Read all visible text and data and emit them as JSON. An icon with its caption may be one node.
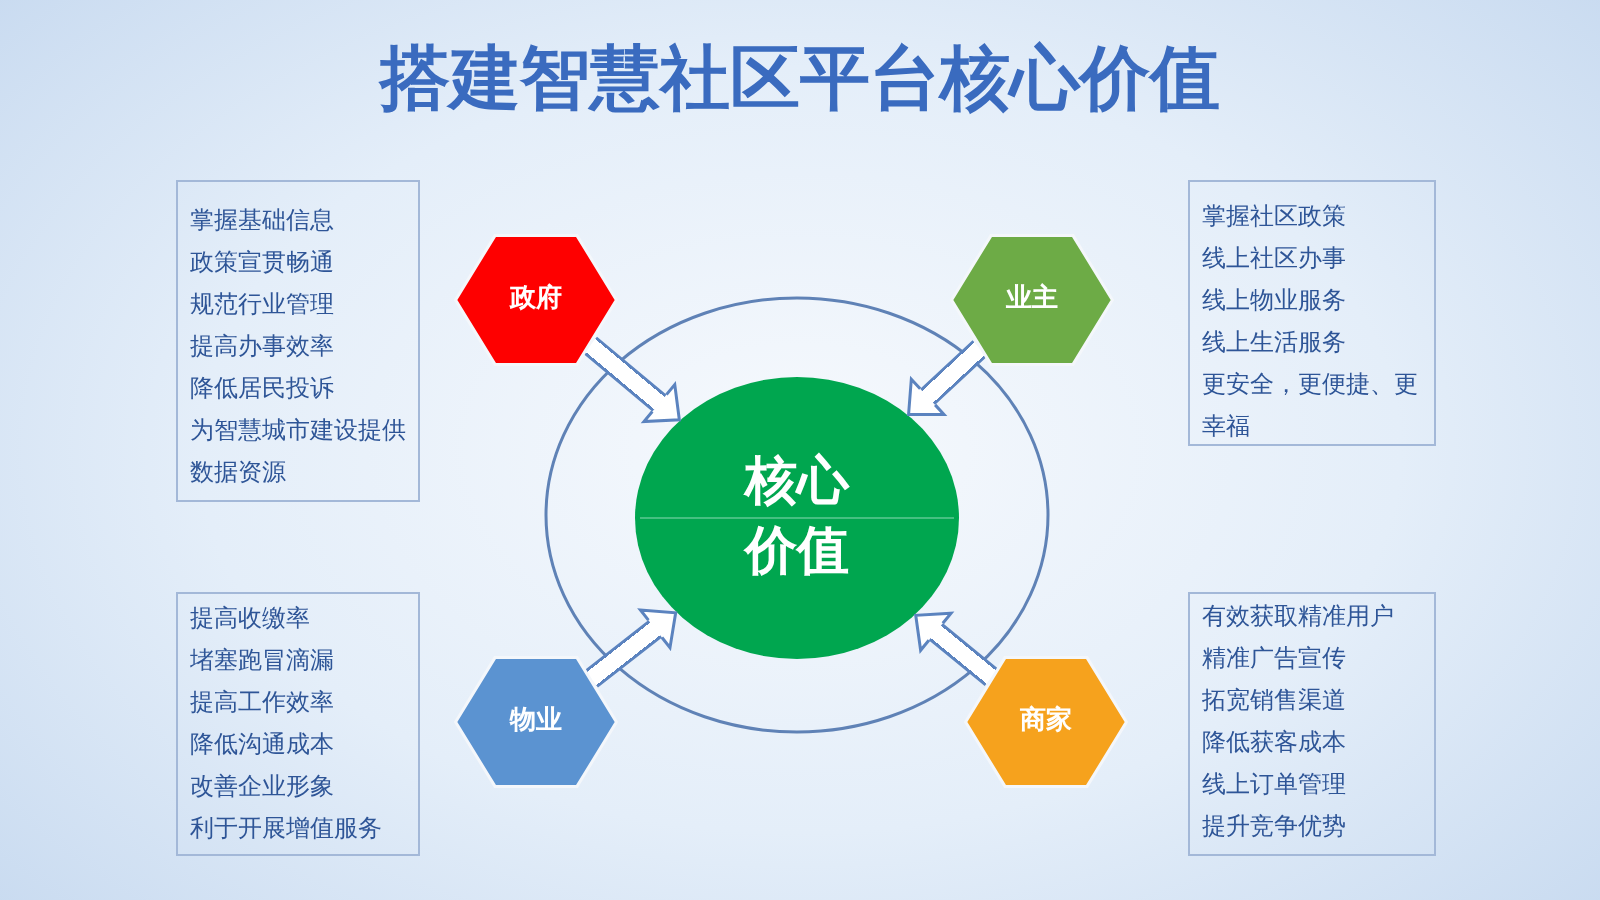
{
  "diagram": {
    "title": "搭建智慧社区平台核心价值",
    "nodes": [
      {
        "text": [
          "掌握基础信息",
          "政策宣贯畅通",
          "规范行业管理",
          "提高办事效率",
          "降低居民投诉",
          "为智慧城市建设提供数据资源"
        ]
      },
      {
        "text": [
          "政府"
        ]
      },
      {
        "text": [
          "业主"
        ]
      },
      {
        "text": [
          "掌握社区政策",
          "线上社区办事",
          "线上物业服务",
          "线上生活服务",
          "更安全，更便捷、更幸福"
        ]
      },
      {
        "text": [],
        "shape": "circle"
      },
      {
        "text": [
          "核心价值"
        ],
        "in": 4
      },
      {
        "text": [
          "提高收缴率",
          "堵塞跑冒滴漏",
          "提高工作效率",
          "降低沟通成本",
          "改善企业形象",
          "利于开展增值服务"
        ]
      },
      {
        "text": [
          "物业"
        ]
      },
      {
        "text": [
          "商家"
        ]
      },
      {
        "text": [
          "有效获取精准用户",
          "精准广告宣传",
          "拓宽销售渠道",
          "降低获客成本",
          "线上订单管理",
          "提升竞争优势"
        ]
      }
    ],
    "edges": [
      {
        "from": 1,
        "to": 5,
        "arrow": "to"
      },
      {
        "from": 2,
        "to": 5,
        "arrow": "to"
      },
      {
        "from": 7,
        "to": 5,
        "arrow": "to"
      },
      {
        "from": 8,
        "to": 5,
        "arrow": "to"
      }
    ]
  }
}
